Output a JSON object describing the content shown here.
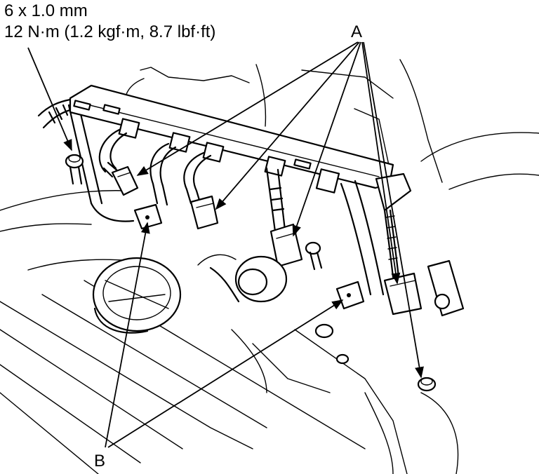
{
  "bolt_spec": {
    "size": "6 x 1.0 mm",
    "torque": "12 N·m (1.2 kgf·m, 8.7 lbf·ft)"
  },
  "callouts": {
    "a": "A",
    "b": "B"
  }
}
